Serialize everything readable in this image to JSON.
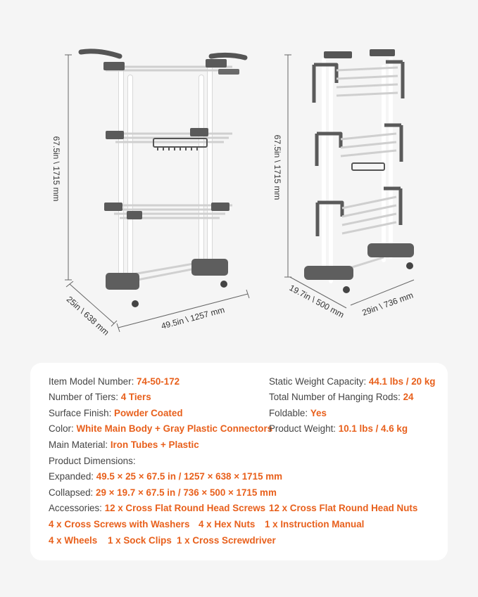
{
  "dimensions": {
    "unfolded": {
      "height": "67.5in \\ 1715 mm",
      "length": "49.5in \\ 1257 mm",
      "depth": "25in \\ 638 mm"
    },
    "folded": {
      "height": "67.5in \\ 1715 mm",
      "depth": "19.7in \\ 500 mm",
      "length": "29in \\ 736 mm"
    }
  },
  "specs": {
    "model_label": "Item Model Number:",
    "model_value": "74-50-172",
    "tiers_label": "Number of Tiers:",
    "tiers_value": "4 Tiers",
    "finish_label": "Surface Finish:",
    "finish_value": "Powder Coated",
    "color_label": "Color:",
    "color_value": "White Main Body + Gray Plastic Connectors",
    "material_label": "Main Material:",
    "material_value": "Iron Tubes + Plastic",
    "capacity_label": "Static Weight Capacity:",
    "capacity_value": "44.1 lbs / 20 kg",
    "rods_label": "Total Number of Hanging Rods:",
    "rods_value": "24",
    "foldable_label": "Foldable:",
    "foldable_value": "Yes",
    "weight_label": "Product Weight:",
    "weight_value": "10.1 lbs / 4.6 kg",
    "dimensions_label": "Product Dimensions:",
    "expanded_label": "Expanded:",
    "expanded_value": "49.5 × 25 × 67.5 in / 1257 × 638 × 1715 mm",
    "collapsed_label": "Collapsed:",
    "collapsed_value": "29 × 19.7 × 67.5 in / 736 × 500 × 1715 mm",
    "accessories_label": "Accessories:",
    "accessories": [
      "12 x Cross Flat Round Head Screws",
      "12 x Cross Flat Round Head Nuts",
      "4 x Cross Screws with Washers",
      "4 x Hex Nuts",
      "1 x Instruction Manual",
      "4 x Wheels",
      "1 x Sock Clips",
      "1 x Cross Screwdriver"
    ]
  },
  "colors": {
    "accent": "#e8601c",
    "frame": "#ffffff",
    "connector": "#5a5a5a",
    "background": "#f5f5f5"
  }
}
